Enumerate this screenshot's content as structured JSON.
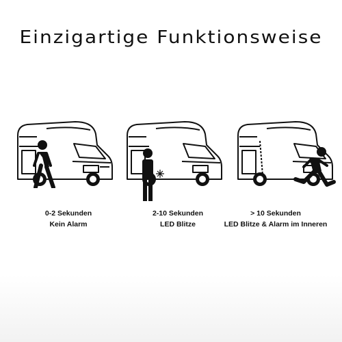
{
  "title": "Einzigartige Funktionsweise",
  "scenes": [
    {
      "line1": "0-2 Sekunden",
      "line2": "Kein Alarm",
      "figure": "walking-person-icon"
    },
    {
      "line1": "2-10 Sekunden",
      "line2": "LED Blitze",
      "figure": "standing-person-icon"
    },
    {
      "line1": "> 10 Sekunden",
      "line2": "LED Blitze & Alarm im Inneren",
      "figure": "running-person-icon"
    }
  ]
}
